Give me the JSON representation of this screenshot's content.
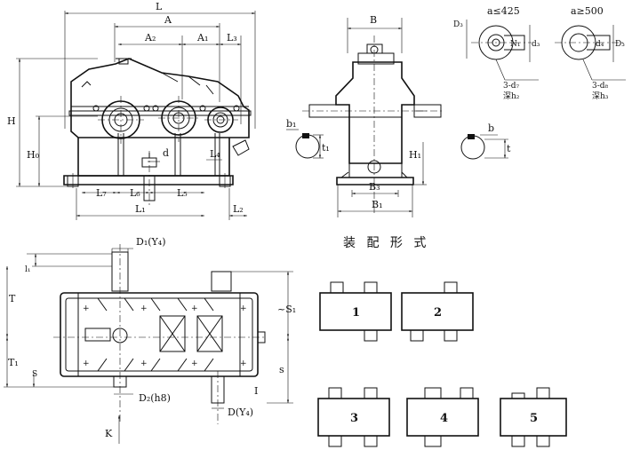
{
  "front_view": {
    "L": "L",
    "A": "A",
    "A2": "A₂",
    "A1": "A₁",
    "L3": "L₃",
    "H": "H",
    "H0": "H₀",
    "d": "d",
    "L4": "L₄",
    "L7": "L₇",
    "L6": "L₆",
    "L5": "L₅",
    "L1": "L₁",
    "L2": "L₂"
  },
  "side_view": {
    "B": "B",
    "b1": "b₁",
    "t1": "t₁",
    "H1": "H₁",
    "B3": "B₃",
    "B1": "B₁"
  },
  "shaft_detail": {
    "b": "b",
    "t": "t"
  },
  "mount_small": {
    "cond": "a≤425",
    "D3": "D₃",
    "N1": "N₁",
    "d3": "d₃",
    "holes": "3-d₇",
    "depth": "深h₂"
  },
  "mount_large": {
    "cond": "a≥500",
    "d4": "d₄",
    "D3": "D₃",
    "holes": "3-d₈",
    "depth": "深h₃"
  },
  "top_view": {
    "D1Y4": "D₁(Y₄)",
    "l1": "l₁",
    "T": "T",
    "T1": "T₁",
    "S": "S",
    "S1": "~S₁",
    "s": "s",
    "I": "I",
    "D2h8": "D₂(h8)",
    "DY4": "D(Y₄)",
    "K": "K"
  },
  "assembly": {
    "title": "装 配 形 式",
    "forms": [
      "1",
      "2",
      "3",
      "4",
      "5"
    ]
  }
}
